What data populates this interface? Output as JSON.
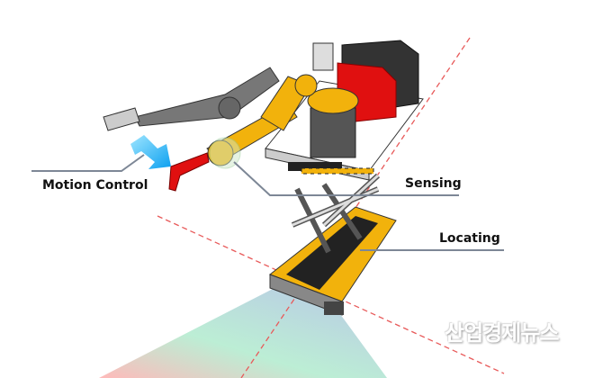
{
  "labels": {
    "motion_control": "Motion Control",
    "sensing": "Sensing",
    "locating": "Locating"
  },
  "watermark": "산업경제뉴스",
  "colors": {
    "robot_yellow": "#f2b20c",
    "accent_red": "#e01010",
    "guide_line": "#e85a5a",
    "leader_line": "#7d8796",
    "arrow_blue": "#1fb6ff"
  }
}
